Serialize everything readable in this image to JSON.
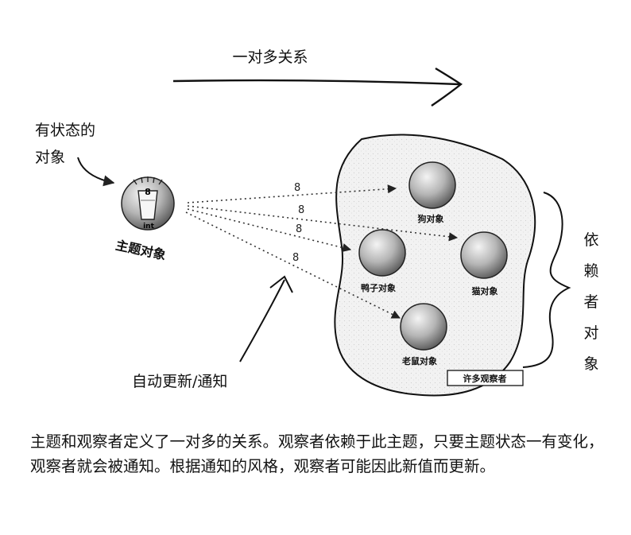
{
  "title": "一对多关系",
  "subject": {
    "annotation_line1": "有状态的",
    "annotation_line2": "对象",
    "value": "8",
    "type_label": "int",
    "label": "主题对象"
  },
  "notify_label": "自动更新/通知",
  "message_values": [
    "8",
    "8",
    "8",
    "8"
  ],
  "observers": [
    {
      "label": "狗对象"
    },
    {
      "label": "鸭子对象"
    },
    {
      "label": "猫对象"
    },
    {
      "label": "老鼠对象"
    }
  ],
  "observers_box_label": "许多观察者",
  "dependents_label": [
    "依",
    "赖",
    "者",
    "对",
    "象"
  ],
  "caption": "主题和观察者定义了一对多的关系。观察者依赖于此主题，只要主题状态一有变化，观察者就会被通知。根据通知的风格，观察者可能因此新值而更新。"
}
